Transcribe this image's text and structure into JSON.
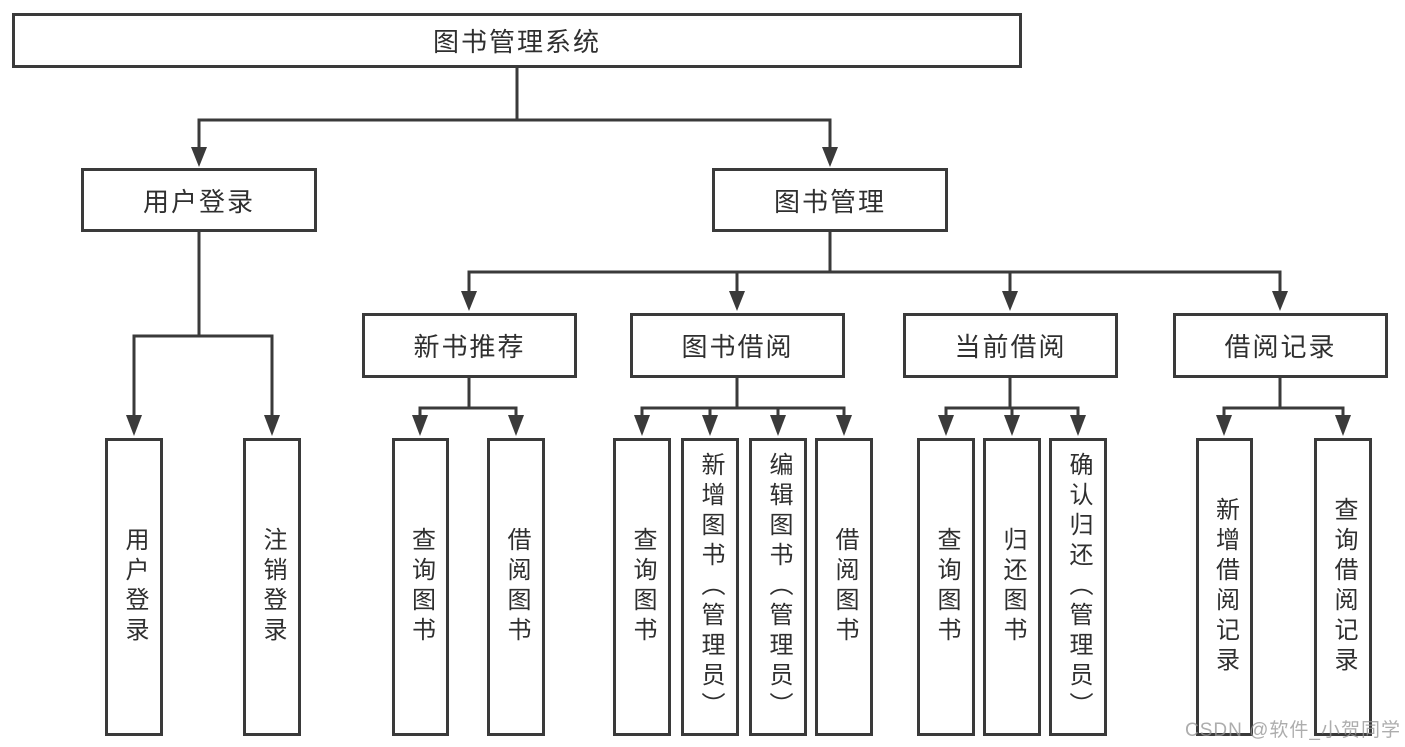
{
  "colors": {
    "line": "#3a3a3a",
    "background": "#ffffff",
    "text": "#2f2f2f",
    "watermark": "#969696"
  },
  "tree": {
    "root": {
      "label": "图书管理系统",
      "children": [
        {
          "label": "用户登录",
          "children": [
            {
              "label": "用户登录"
            },
            {
              "label": "注销登录"
            }
          ]
        },
        {
          "label": "图书管理",
          "children": [
            {
              "label": "新书推荐",
              "children": [
                {
                  "label": "查询图书"
                },
                {
                  "label": "借阅图书"
                }
              ]
            },
            {
              "label": "图书借阅",
              "children": [
                {
                  "label": "查询图书"
                },
                {
                  "label": "新增图书（管理员）"
                },
                {
                  "label": "编辑图书（管理员）"
                },
                {
                  "label": "借阅图书"
                }
              ]
            },
            {
              "label": "当前借阅",
              "children": [
                {
                  "label": "查询图书"
                },
                {
                  "label": "归还图书"
                },
                {
                  "label": "确认归还（管理员）"
                }
              ]
            },
            {
              "label": "借阅记录",
              "children": [
                {
                  "label": "新增借阅记录"
                },
                {
                  "label": "查询借阅记录"
                }
              ]
            }
          ]
        }
      ]
    }
  },
  "watermark": {
    "text": "CSDN @软件_小贺同学"
  }
}
